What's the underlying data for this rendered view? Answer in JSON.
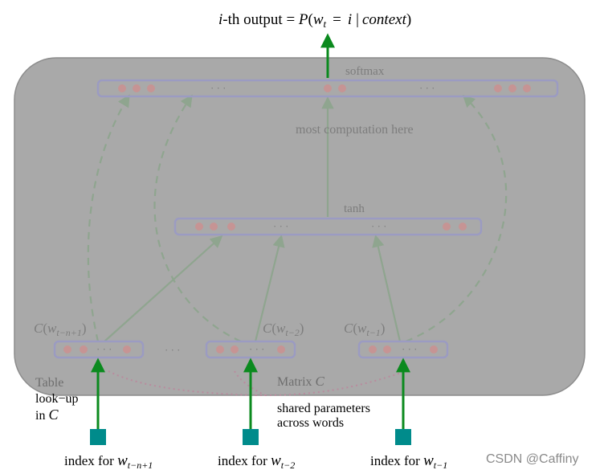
{
  "title": {
    "prefix": "i",
    "mid": "-th output = ",
    "P": "P",
    "open": "(",
    "w": "w",
    "wsub": "t",
    "eq": "=",
    "i": "i",
    "bar": "|",
    "context": "context",
    "close": ")"
  },
  "labels": {
    "softmax": "softmax",
    "computation": "most  computation here",
    "tanh": "tanh",
    "table_line1": "Table",
    "table_line2": "look−up",
    "table_line3_pre": "in ",
    "table_line3_var": "C",
    "matrix_pre": "Matrix ",
    "matrix_var": "C",
    "shared_line1": "shared parameters",
    "shared_line2": "across words",
    "ellipsis": "· · ·",
    "watermark": "CSDN @Caffiny"
  },
  "embeddings": [
    {
      "C": "C",
      "open": "(",
      "w": "w",
      "sub": "t−n+1",
      "close": ")"
    },
    {
      "C": "C",
      "open": "(",
      "w": "w",
      "sub": "t−2",
      "close": ")"
    },
    {
      "C": "C",
      "open": "(",
      "w": "w",
      "sub": "t−1",
      "close": ")"
    }
  ],
  "inputs": [
    {
      "prefix": "index for ",
      "w": "w",
      "sub": "t−n+1"
    },
    {
      "prefix": "index for ",
      "w": "w",
      "sub": "t−2"
    },
    {
      "prefix": "index for ",
      "w": "w",
      "sub": "t−1"
    }
  ],
  "colors": {
    "panel": "#a9a9a9",
    "panel_stroke": "#8c8c8c",
    "box_stroke": "#9b9bc2",
    "node": "#c69494",
    "arrow_faded": "#8fa58f",
    "arrow_green": "#0b8a1e",
    "index_square": "#008b8b",
    "lookup_dots": "#b98b9e"
  }
}
